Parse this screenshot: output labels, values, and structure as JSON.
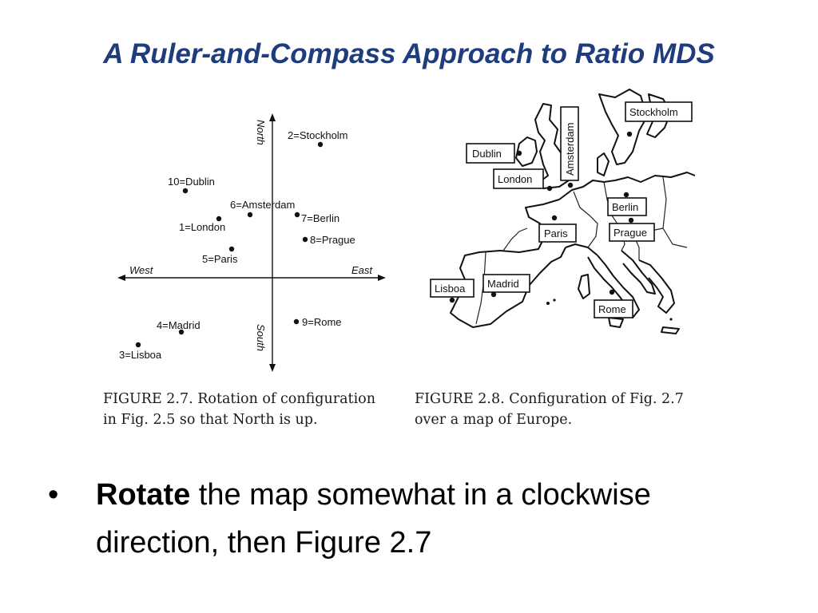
{
  "slide": {
    "title": "A  Ruler-and-Compass Approach to Ratio MDS"
  },
  "figure_2_7": {
    "caption_line1": "FIGURE 2.7. Rotation of configuration",
    "caption_line2": "in Fig. 2.5 so that North is up.",
    "axis_labels": {
      "north": "North",
      "south": "South",
      "east": "East",
      "west": "West"
    },
    "points": [
      {
        "label": "2=Stockholm"
      },
      {
        "label": "10=Dublin"
      },
      {
        "label": "6=Amsterdam"
      },
      {
        "label": "7=Berlin"
      },
      {
        "label": "1=London"
      },
      {
        "label": "8=Prague"
      },
      {
        "label": "5=Paris"
      },
      {
        "label": "4=Madrid"
      },
      {
        "label": "9=Rome"
      },
      {
        "label": "3=Lisboa"
      }
    ]
  },
  "figure_2_8": {
    "caption_line1": "FIGURE 2.8. Configuration of Fig. 2.7",
    "caption_line2": "over a map of Europe.",
    "cities": [
      {
        "label": "Stockholm"
      },
      {
        "label": "Dublin"
      },
      {
        "label": "Amsterdam"
      },
      {
        "label": "London"
      },
      {
        "label": "Berlin"
      },
      {
        "label": "Paris"
      },
      {
        "label": "Prague"
      },
      {
        "label": "Madrid"
      },
      {
        "label": "Lisboa"
      },
      {
        "label": "Rome"
      }
    ]
  },
  "bullet": {
    "marker": "•",
    "bold_word": "Rotate",
    "rest_line1": " the map somewhat in a clockwise",
    "rest_line2": "direction, then Figure 2.7"
  }
}
